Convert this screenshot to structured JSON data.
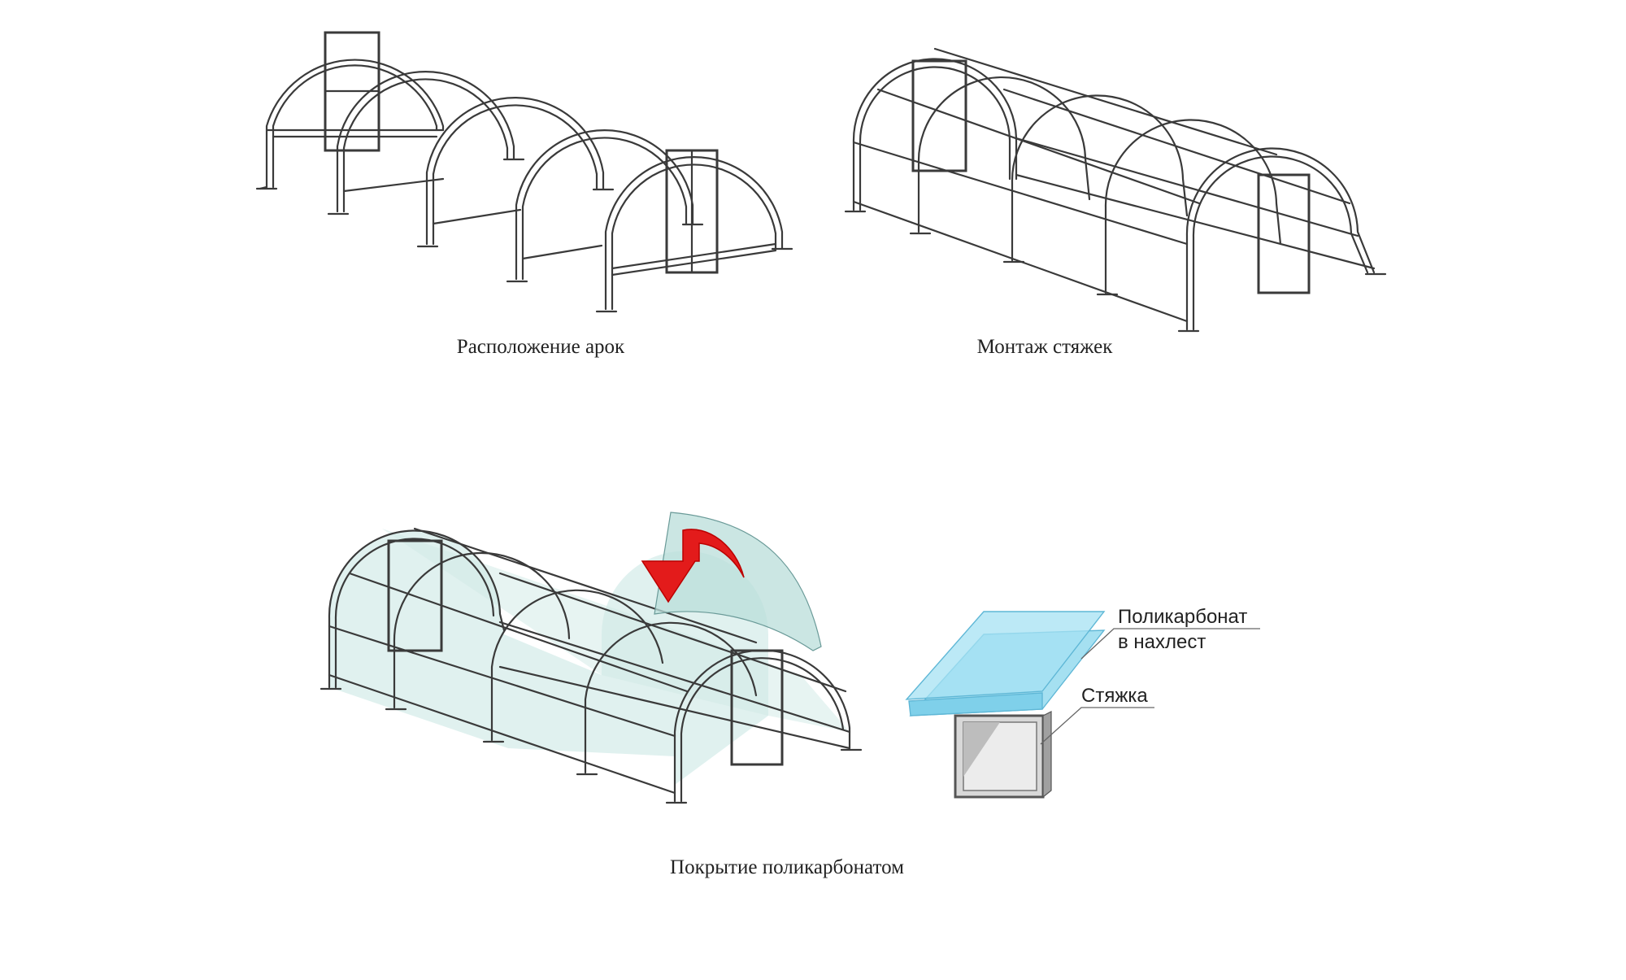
{
  "captions": {
    "arch_layout": "Расположение арок",
    "tie_mounting": "Монтаж стяжек",
    "polycarbonate_cover": "Покрытие поликарбонатом"
  },
  "detail": {
    "overlap_line1": "Поликарбонат",
    "overlap_line2": "в нахлест",
    "tie_label": "Стяжка"
  },
  "colors": {
    "frame": "#3a3a3a",
    "glass_fill": "#cfe9e6",
    "polycarbonate": "#8fd8ee",
    "arrow": "#e31b1b"
  }
}
